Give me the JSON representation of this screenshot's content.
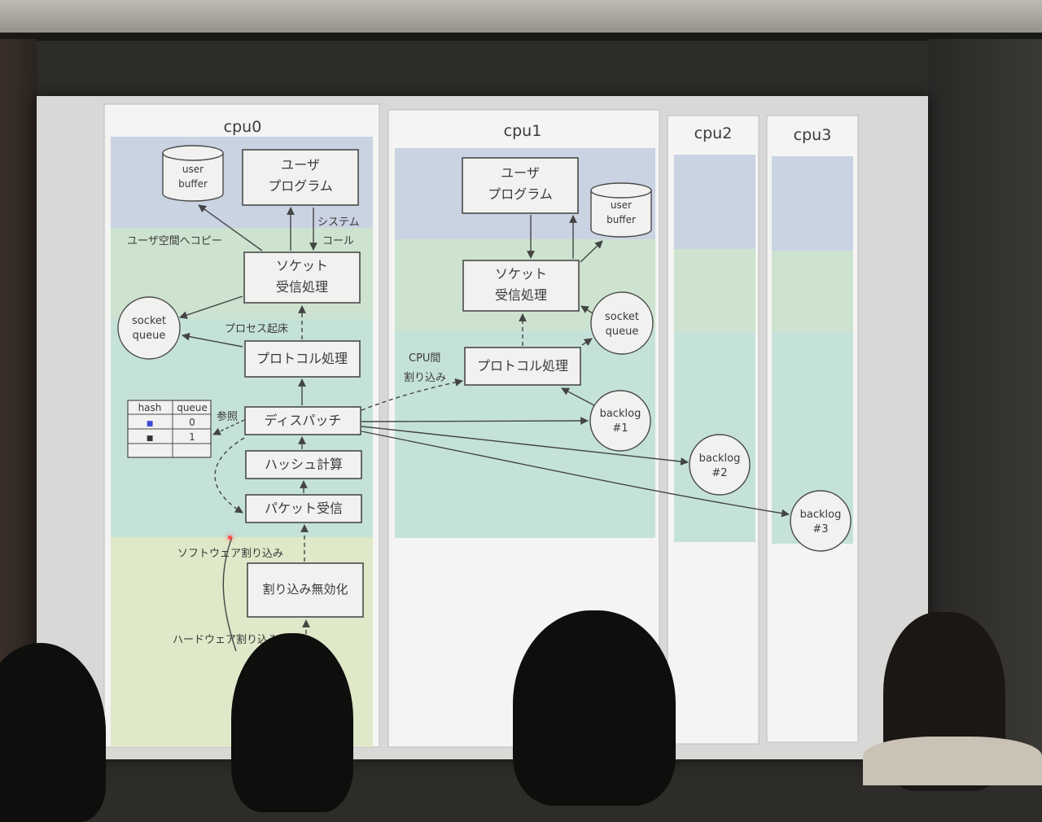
{
  "colors": {
    "user_band": "#c9d3e2",
    "kernel_band": "#cde3cf",
    "net_band": "#c5e2da",
    "irq_band": "#dfe8c8",
    "node_fill": "#f1f1ef",
    "stroke": "#4a4a4a"
  },
  "cpu_labels": [
    "cpu0",
    "cpu1",
    "cpu2",
    "cpu3"
  ],
  "cpu0": {
    "user_buffer": [
      "user",
      "buffer"
    ],
    "user_program": [
      "ユーザ",
      "プログラム"
    ],
    "system_call": [
      "システム",
      "コール"
    ],
    "copy_to_user": "ユーザ空間へコピー",
    "socket_recv": [
      "ソケット",
      "受信処理"
    ],
    "socket_queue": [
      "socket",
      "queue"
    ],
    "process_wakeup": "プロセス起床",
    "protocol": "プロトコル処理",
    "dispatch": "ディスパッチ",
    "reference": "参照",
    "hash_calc": "ハッシュ計算",
    "packet_recv": "パケット受信",
    "soft_irq": "ソフトウェア割り込み",
    "irq_disable": "割り込み無効化",
    "hard_irq": "ハードウェア割り込み",
    "table": {
      "headers": [
        "hash",
        "queue"
      ],
      "rows": [
        [
          "■",
          "0"
        ],
        [
          "■",
          "1"
        ],
        [
          "",
          ""
        ]
      ]
    }
  },
  "cpu1": {
    "user_program": [
      "ユーザ",
      "プログラム"
    ],
    "user_buffer": [
      "user",
      "buffer"
    ],
    "socket_recv": [
      "ソケット",
      "受信処理"
    ],
    "socket_queue": [
      "socket",
      "queue"
    ],
    "ipi": [
      "CPU間",
      "割り込み"
    ],
    "protocol": "プロトコル処理",
    "backlog": [
      "backlog",
      "#1"
    ]
  },
  "cpu2": {
    "backlog": [
      "backlog",
      "#2"
    ]
  },
  "cpu3": {
    "backlog": [
      "backlog",
      "#3"
    ]
  }
}
